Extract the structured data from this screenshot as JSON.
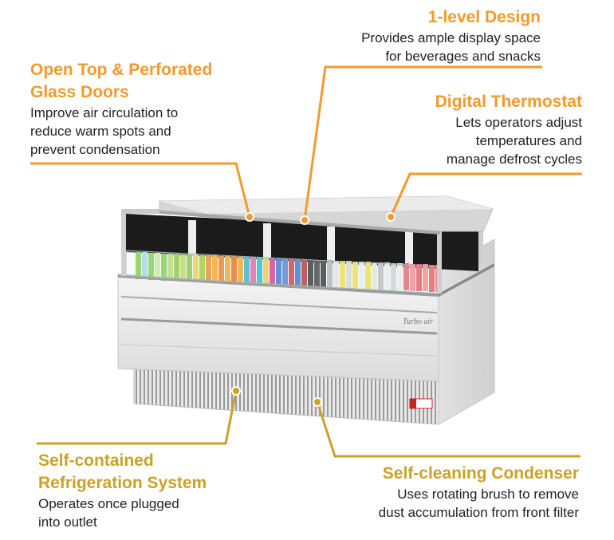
{
  "colors": {
    "orange": "#F39A2B",
    "gold": "#C9A227"
  },
  "callouts": {
    "one_level": {
      "title": "1-level Design",
      "lines": [
        "Provides ample display space",
        "for beverages and snacks"
      ]
    },
    "open_top": {
      "title_lines": [
        "Open Top & Perforated",
        "Glass Doors"
      ],
      "lines": [
        "Improve air circulation to",
        "reduce warm spots and",
        "prevent condensation"
      ]
    },
    "thermostat": {
      "title": "Digital Thermostat",
      "lines": [
        "Lets operators adjust",
        "temperatures and",
        "manage defrost cycles"
      ]
    },
    "refrigeration": {
      "title_lines": [
        "Self-contained",
        "Refrigeration System"
      ],
      "lines": [
        "Operates once plugged",
        "into outlet"
      ]
    },
    "condenser": {
      "title": "Self-cleaning Condenser",
      "lines": [
        "Uses rotating brush to remove",
        "dust accumulation from front filter"
      ]
    }
  },
  "product": {
    "brand": "Turbo air"
  }
}
